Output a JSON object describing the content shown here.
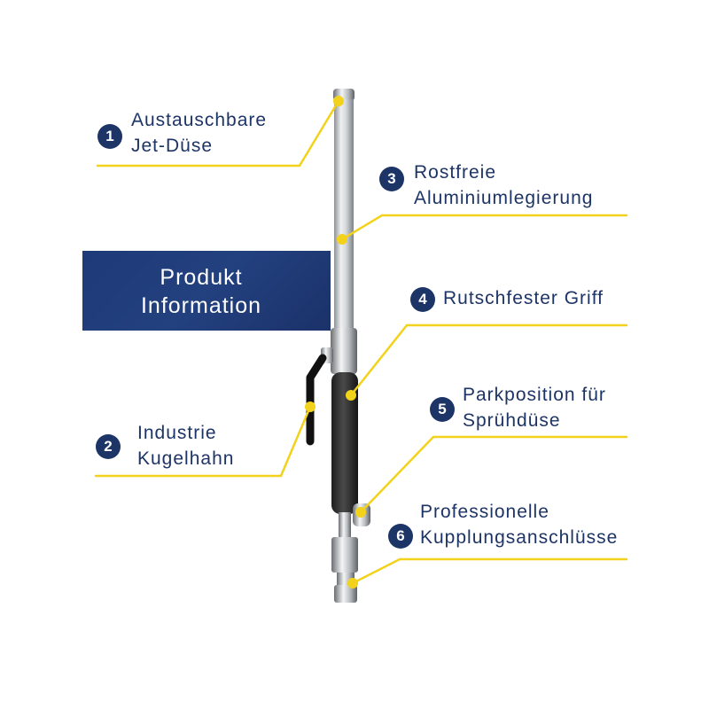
{
  "banner": {
    "line1": "Produkt",
    "line2": "Information"
  },
  "features": [
    {
      "number": "1",
      "line1": "Austauschbare",
      "line2": "Jet-Düse"
    },
    {
      "number": "2",
      "line1": "Industrie",
      "line2": "Kugelhahn"
    },
    {
      "number": "3",
      "line1": "Rostfreie",
      "line2": "Aluminiumlegierung"
    },
    {
      "number": "4",
      "line1": "Rutschfester Griff",
      "line2": ""
    },
    {
      "number": "5",
      "line1": "Parkposition für",
      "line2": "Sprühdüse"
    },
    {
      "number": "6",
      "line1": "Professionelle",
      "line2": "Kupplungsanschlüsse"
    }
  ],
  "colors": {
    "navy": "#1d3466",
    "accent_yellow": "#f2d21b",
    "banner_blue": "#23407f"
  }
}
